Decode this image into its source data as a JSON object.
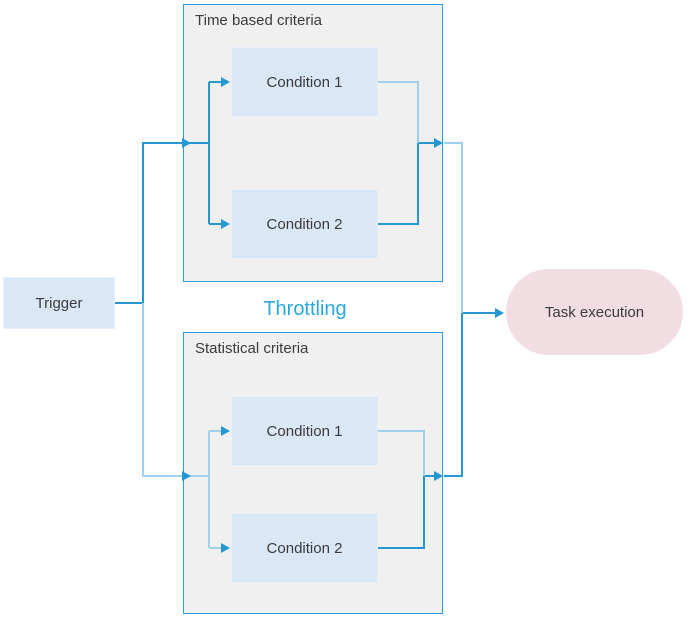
{
  "diagram": {
    "trigger": {
      "label": "Trigger"
    },
    "throttling_label": "Throttling",
    "task_execution": {
      "label": "Task execution"
    },
    "groups": [
      {
        "title": "Time based criteria",
        "conditions": [
          "Condition 1",
          "Condition 2"
        ]
      },
      {
        "title": "Statistical criteria",
        "conditions": [
          "Condition 1",
          "Condition 2"
        ]
      }
    ]
  },
  "colors": {
    "connector_strong": "#2597d3",
    "connector_light": "#9fd1ec",
    "group_border": "#2f9fd8",
    "group_fill": "#f0f0f0",
    "node_fill": "#d9e7f7",
    "node_border": "#e7f0fa",
    "task_fill": "#f2dde3",
    "text": "#3b3b3b",
    "throttling_text": "#2aa7e0"
  }
}
